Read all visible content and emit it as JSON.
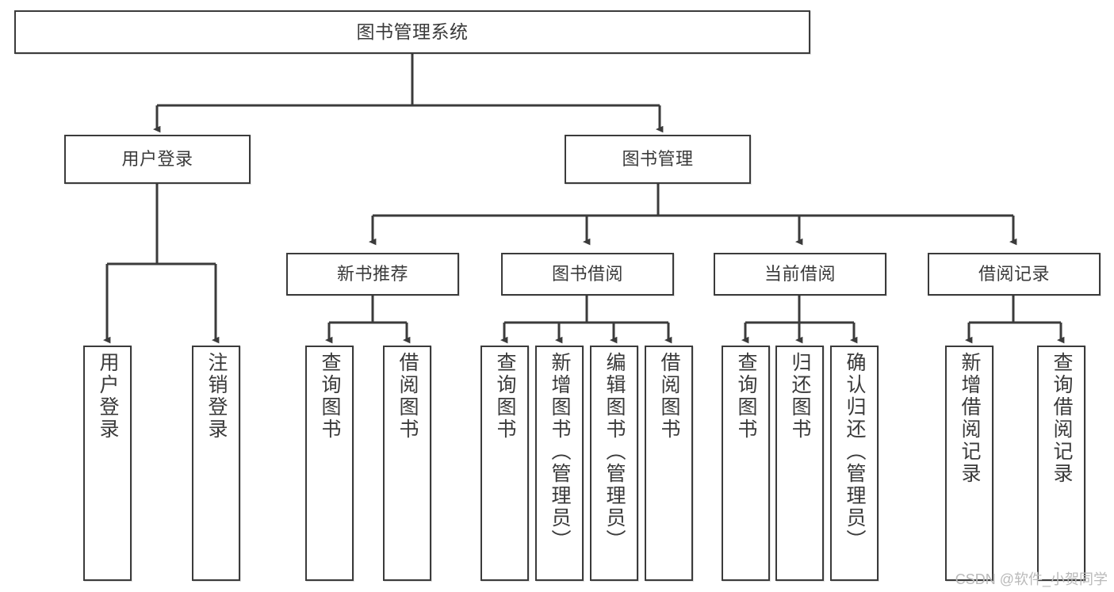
{
  "diagram": {
    "type": "hierarchy-tree",
    "title": "图书管理系统",
    "orientation": "top-down",
    "levels": 4,
    "colors": {
      "box_border": "#3b3b3b",
      "box_fill": "#ffffff",
      "connector": "#3b3b3b",
      "text": "#3a3a3a",
      "watermark": "#b9b9b9",
      "background": "#ffffff"
    },
    "root": {
      "label": "图书管理系统"
    },
    "level2": [
      {
        "id": "user-login",
        "label": "用户登录"
      },
      {
        "id": "book-manage",
        "label": "图书管理"
      }
    ],
    "level3": [
      {
        "id": "new-book-recommend",
        "label": "新书推荐",
        "parent": "book-manage"
      },
      {
        "id": "book-borrow",
        "label": "图书借阅",
        "parent": "book-manage"
      },
      {
        "id": "current-borrow",
        "label": "当前借阅",
        "parent": "book-manage"
      },
      {
        "id": "borrow-record",
        "label": "借阅记录",
        "parent": "book-manage"
      }
    ],
    "leaves": {
      "user-login": [
        {
          "id": "leaf-user-login",
          "label": "用户登录"
        },
        {
          "id": "leaf-logout-login",
          "label": "注销登录"
        }
      ],
      "new-book-recommend": [
        {
          "id": "leaf-query-book-1",
          "label": "查询图书"
        },
        {
          "id": "leaf-borrow-book-1",
          "label": "借阅图书"
        }
      ],
      "book-borrow": [
        {
          "id": "leaf-query-book-2",
          "label": "查询图书"
        },
        {
          "id": "leaf-add-book",
          "label": "新增图书（管理员）"
        },
        {
          "id": "leaf-edit-book",
          "label": "编辑图书（管理员）"
        },
        {
          "id": "leaf-borrow-book-2",
          "label": "借阅图书"
        }
      ],
      "current-borrow": [
        {
          "id": "leaf-query-book-3",
          "label": "查询图书"
        },
        {
          "id": "leaf-return-book",
          "label": "归还图书"
        },
        {
          "id": "leaf-confirm-return",
          "label": "确认归还（管理员）"
        }
      ],
      "borrow-record": [
        {
          "id": "leaf-add-record",
          "label": "新增借阅记录"
        },
        {
          "id": "leaf-query-record",
          "label": "查询借阅记录"
        }
      ]
    }
  },
  "watermark": {
    "text": "CSDN @软件_小贺同学"
  }
}
